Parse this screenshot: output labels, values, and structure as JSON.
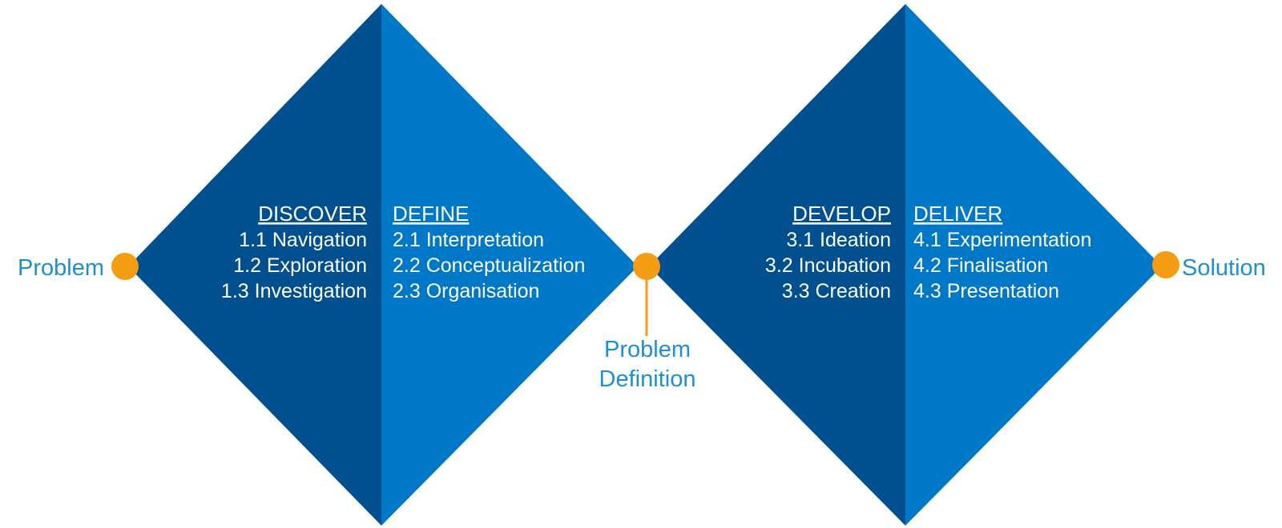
{
  "colors": {
    "dark_blue": "#005090",
    "light_blue": "#0078c8",
    "milestone_orange": "#f49c12",
    "label_blue": "#1e90d2",
    "text_white": "#ffffff"
  },
  "milestones": {
    "start": "Problem",
    "middle_line1": "Problem",
    "middle_line2": "Definition",
    "end": "Solution"
  },
  "phases": {
    "discover": {
      "title": "DISCOVER",
      "steps": [
        "1.1 Navigation",
        "1.2 Exploration",
        "1.3 Investigation"
      ]
    },
    "define": {
      "title": "DEFINE",
      "steps": [
        "2.1 Interpretation",
        "2.2 Conceptualization",
        "2.3 Organisation"
      ]
    },
    "develop": {
      "title": "DEVELOP",
      "steps": [
        "3.1 Ideation",
        "3.2 Incubation",
        "3.3 Creation"
      ]
    },
    "deliver": {
      "title": "DELIVER",
      "steps": [
        "4.1 Experimentation",
        "4.2 Finalisation",
        "4.3 Presentation"
      ]
    }
  }
}
